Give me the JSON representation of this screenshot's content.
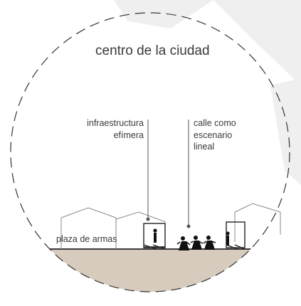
{
  "title": "centro de la ciudad",
  "labels": {
    "infra_line1": "infraestructura",
    "infra_line2": "efímera",
    "calle_line1": "calle como",
    "calle_line2": "escenario",
    "calle_line3": "lineal",
    "plaza": "plaza de armas"
  },
  "colors": {
    "background": "#ffffff",
    "watermark": "#ececec",
    "ground": "#d6cbbd",
    "line": "#3a3a3a",
    "outline": "#8a8a8a"
  }
}
